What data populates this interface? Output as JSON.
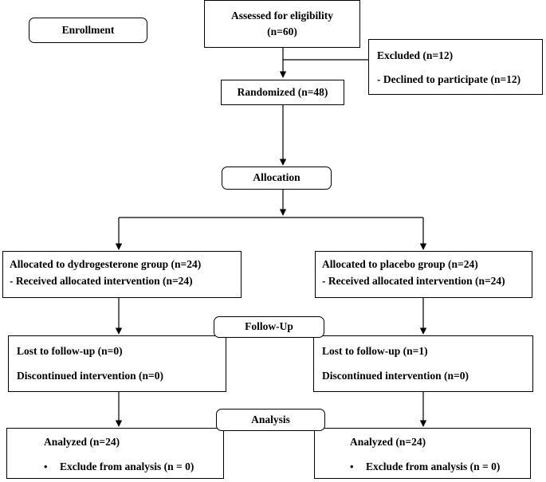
{
  "stages": {
    "enrollment": "Enrollment",
    "allocation": "Allocation",
    "follow_up": "Follow-Up",
    "analysis": "Analysis"
  },
  "assessed": {
    "line1": "Assessed for eligibility",
    "line2": "(n=60)"
  },
  "excluded": {
    "line1": "Excluded (n=12)",
    "line2": "- Declined to participate (n=12)"
  },
  "randomized": "Randomized (n=48)",
  "allocated": {
    "left": {
      "line1": "Allocated to dydrogesterone group (n=24)",
      "line2": "- Received allocated intervention (n=24)"
    },
    "right": {
      "line1": "Allocated to placebo group (n=24)",
      "line2": "- Received allocated intervention (n=24)"
    }
  },
  "followup": {
    "left": {
      "lost": "Lost to follow-up (n=0)",
      "discontinued": "Discontinued intervention (n=0)"
    },
    "right": {
      "lost": "Lost to follow-up (n=1)",
      "discontinued": "Discontinued intervention (n=0)"
    }
  },
  "analysis": {
    "left": {
      "analyzed": "Analyzed (n=24)",
      "excluded": "Exclude from analysis (n = 0)"
    },
    "right": {
      "analyzed": "Analyzed (n=24)",
      "excluded": "Exclude from analysis (n = 0)"
    }
  },
  "bullet_glyph": "•"
}
